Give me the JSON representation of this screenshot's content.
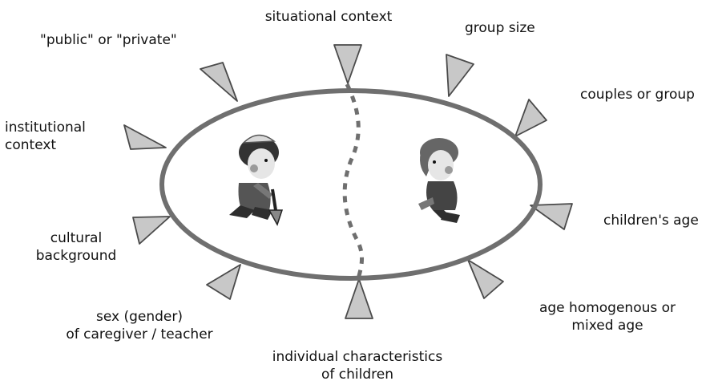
{
  "colors": {
    "ellipse_stroke": "#6f6f6f",
    "triangle_fill": "#c8c8c8",
    "triangle_stroke": "#4a4a4a",
    "divider": "#6f6f6f",
    "text": "#111111"
  },
  "labels": {
    "situational_context": "situational context",
    "group_size": "group size",
    "public_or_private": "\"public\" or \"private\"",
    "couples_or_group": "couples or group",
    "institutional_context_line1": "institutional",
    "institutional_context_line2": "context",
    "childrens_age": "children's age",
    "cultural_background_line1": "cultural",
    "cultural_background_line2": "background",
    "age_homogenous_line1": "age homogenous or",
    "age_homogenous_line2": "mixed age",
    "sex_gender_line1": "sex (gender)",
    "sex_gender_line2": "of caregiver / teacher",
    "individual_characteristics_line1": "individual characteristics",
    "individual_characteristics_line2": "of children"
  },
  "icons": {
    "left_figure": "child-with-shovel-icon",
    "right_figure": "sitting-child-icon",
    "marker": "triangle-marker-icon"
  }
}
